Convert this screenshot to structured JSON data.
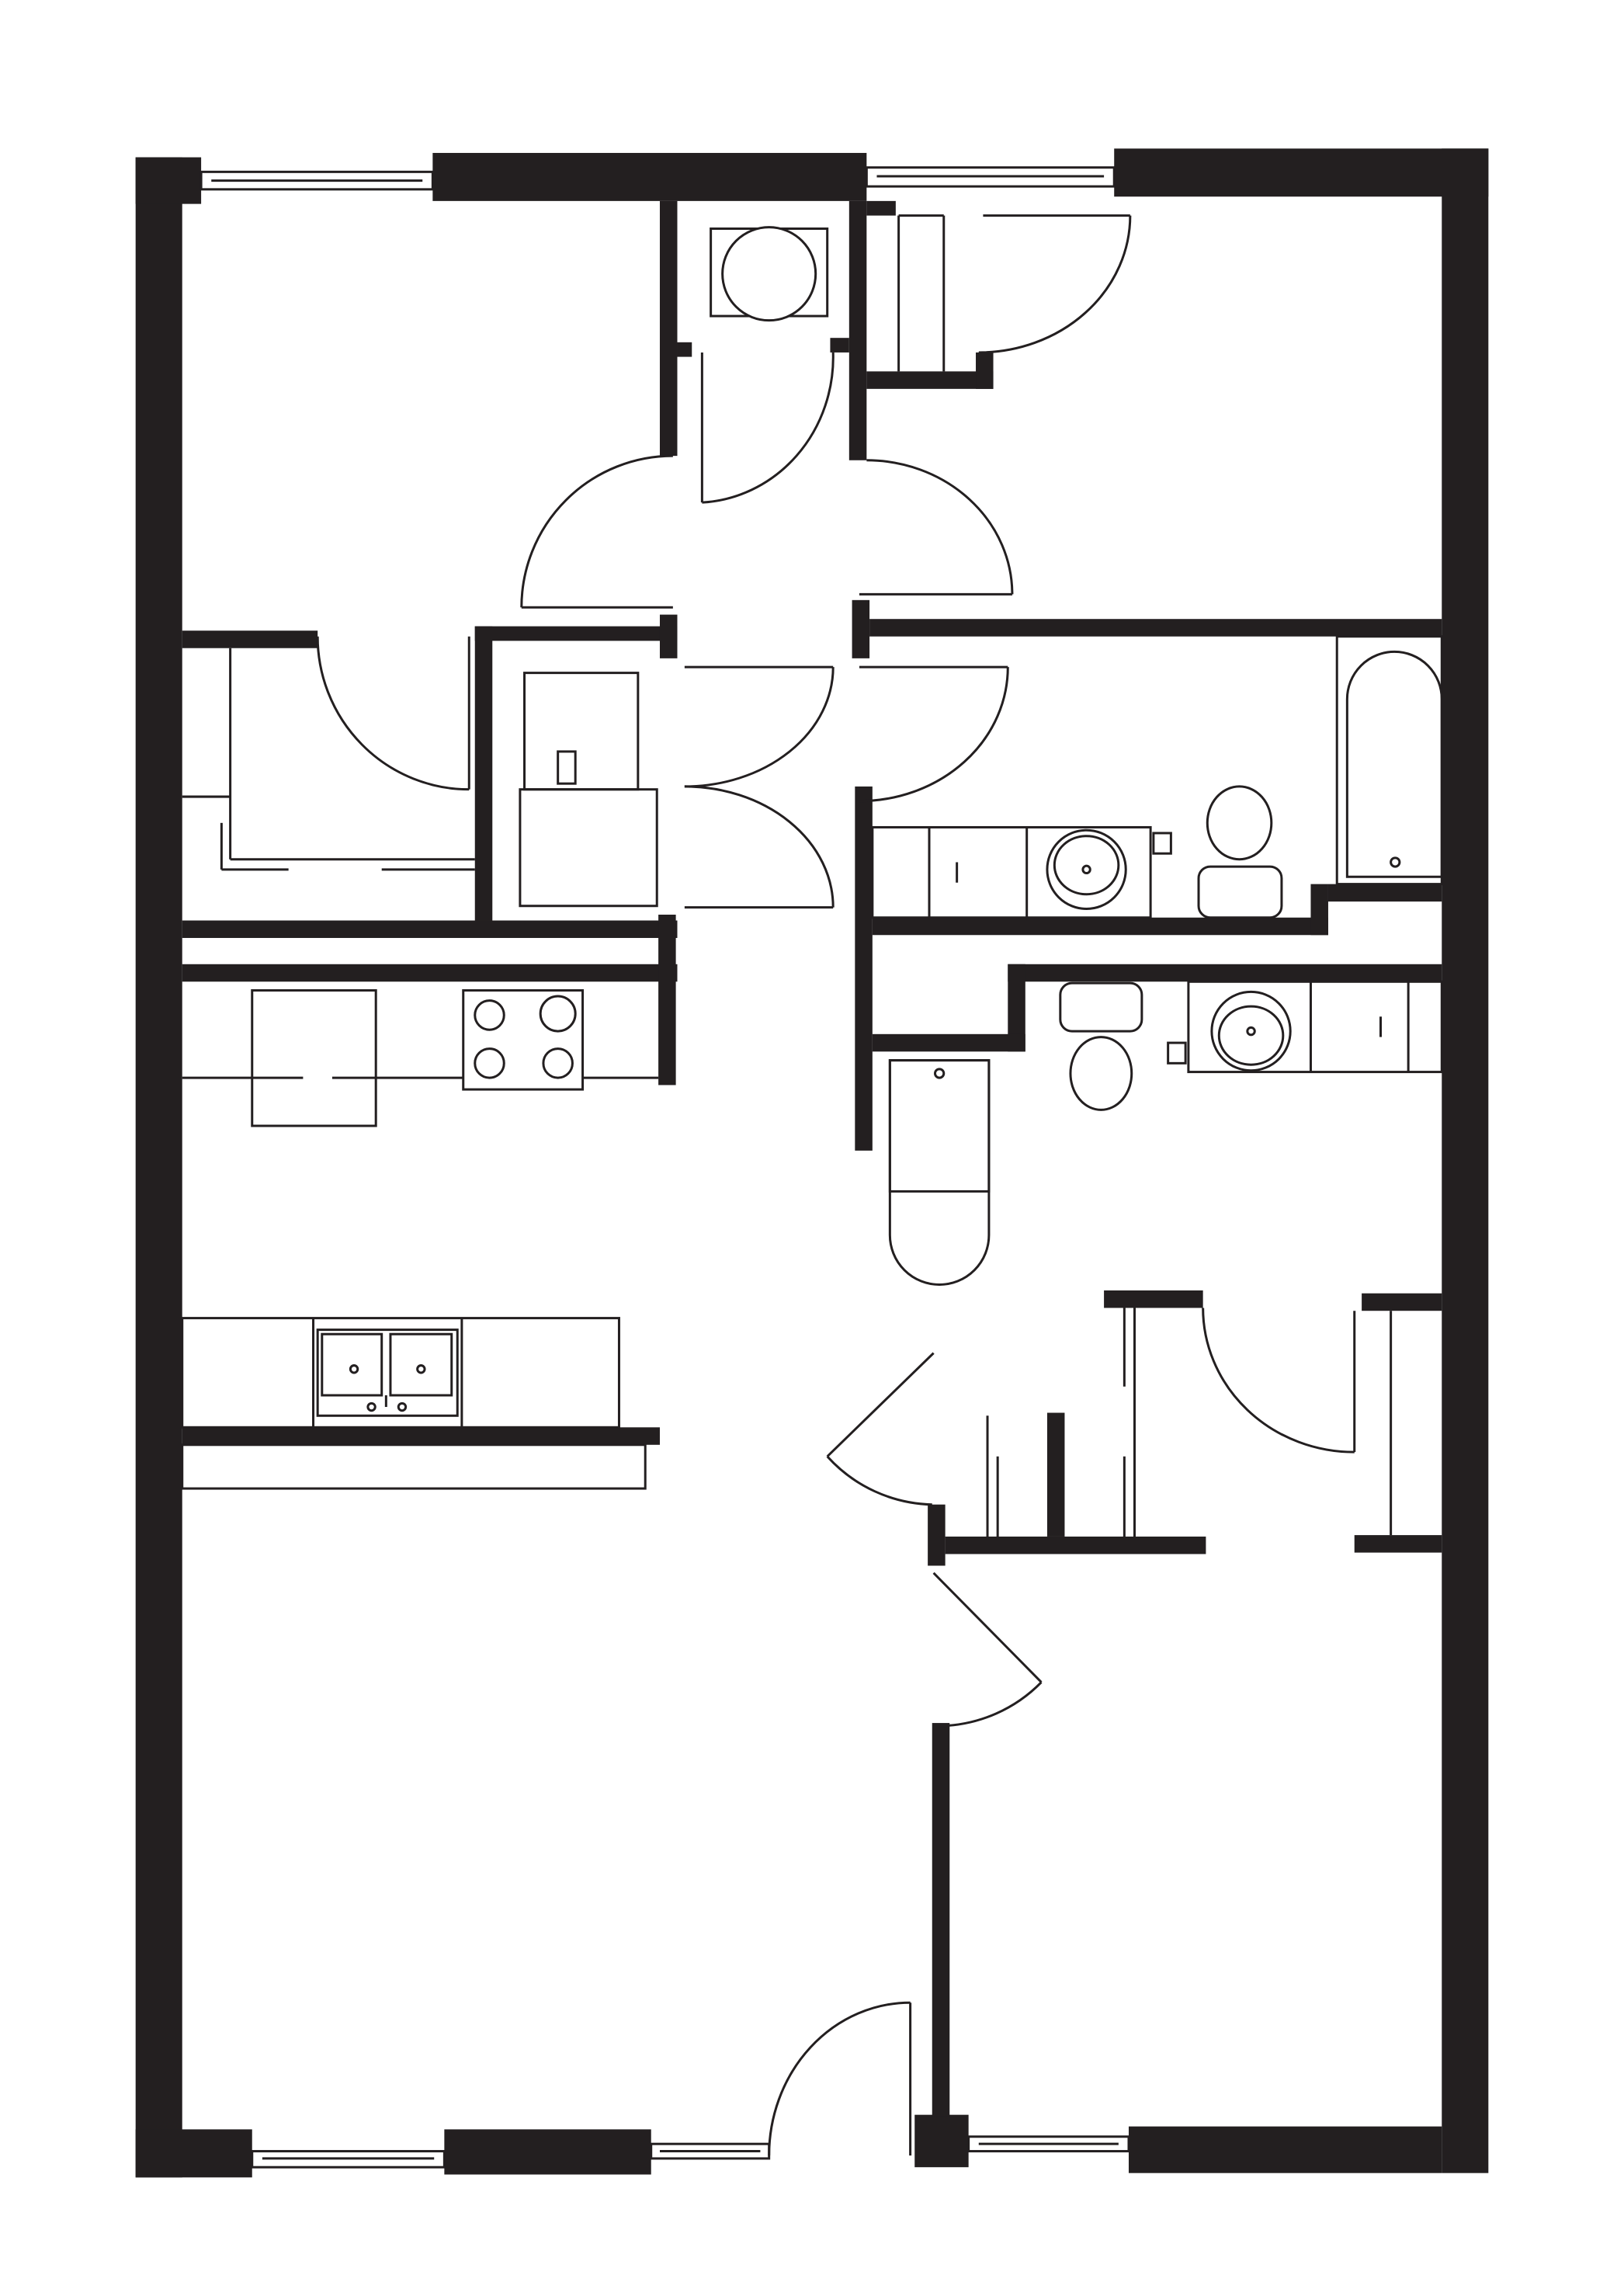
{
  "diagram": {
    "type": "floor-plan",
    "colors": {
      "wall": "#231f20",
      "line": "#231f20",
      "background": "#ffffff"
    },
    "rooms_depicted": [
      "bedroom",
      "bedroom",
      "bathroom",
      "bathroom",
      "kitchen",
      "laundry",
      "closet",
      "living-area"
    ]
  }
}
